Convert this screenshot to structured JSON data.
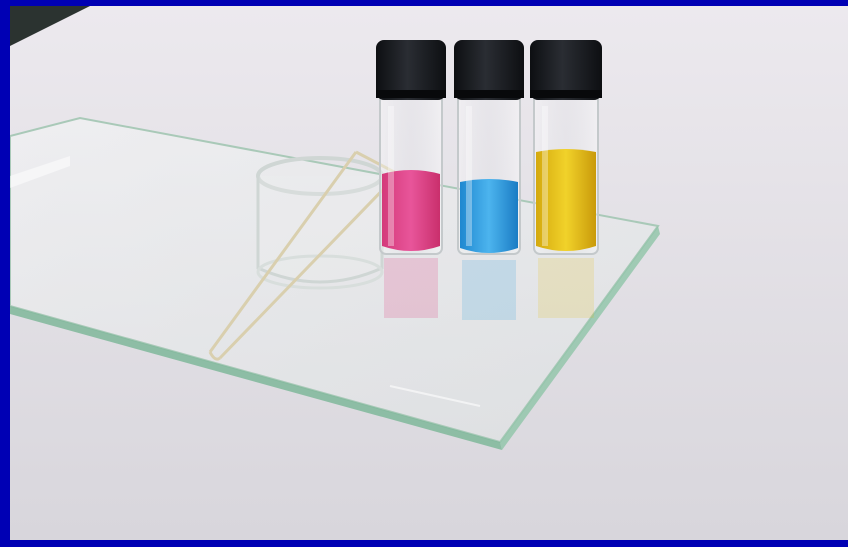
{
  "scene": {
    "vials": [
      {
        "liquid": "magenta",
        "color": "#e0307a"
      },
      {
        "liquid": "cyan",
        "color": "#2f9fe0"
      },
      {
        "liquid": "yellow",
        "color": "#e6c21a"
      }
    ],
    "colors": {
      "frame": "#0000b4",
      "background": "#e7e5e9",
      "cap": "#15171b",
      "glass_edge": "#7fb79a"
    }
  }
}
